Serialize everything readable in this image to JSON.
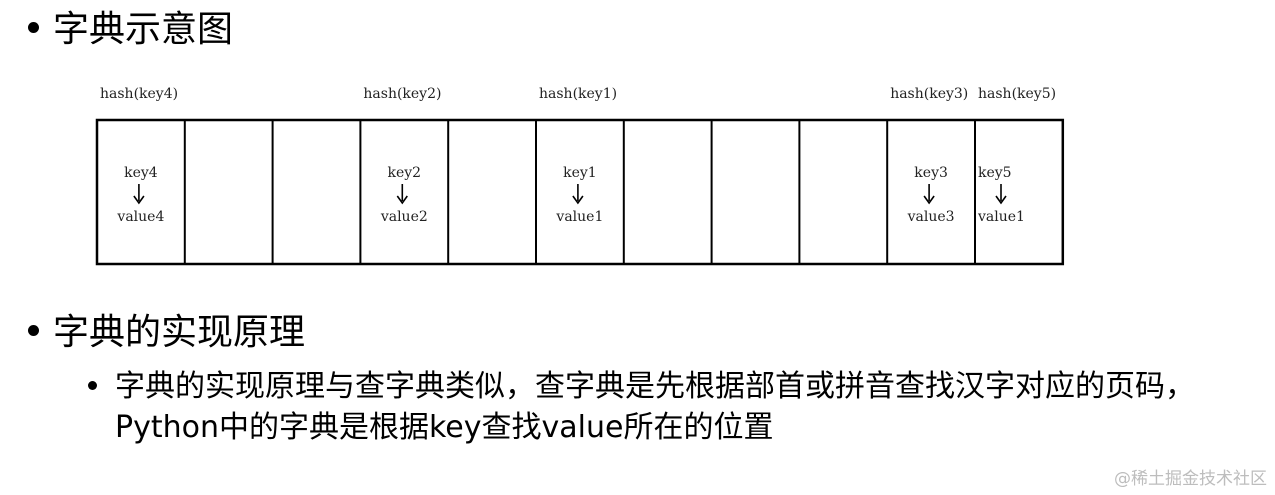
{
  "headings": {
    "diagram_title": "字典示意图",
    "principle_title": "字典的实现原理"
  },
  "description": "字典的实现原理与查字典类似，查字典是先根据部首或拼音查找汉字对应的页码，Python中的字典是根据key查找value所在的位置",
  "diagram": {
    "slot_count": 11,
    "hash_labels": [
      {
        "slot": 0,
        "text": "hash(key4)"
      },
      {
        "slot": 3,
        "text": "hash(key2)"
      },
      {
        "slot": 5,
        "text": "hash(key1)"
      },
      {
        "slot": 9,
        "text": "hash(key3)"
      },
      {
        "slot": 10,
        "text": "hash(key5)"
      }
    ],
    "entries": [
      {
        "slot": 0,
        "key": "key4",
        "value": "value4"
      },
      {
        "slot": 3,
        "key": "key2",
        "value": "value2"
      },
      {
        "slot": 5,
        "key": "key1",
        "value": "value1"
      },
      {
        "slot": 9,
        "key": "key3",
        "value": "value3"
      },
      {
        "slot": 10,
        "key": "key5",
        "value": "value1"
      }
    ],
    "arrow_glyph": "↓"
  },
  "watermark": "@稀土掘金技术社区"
}
